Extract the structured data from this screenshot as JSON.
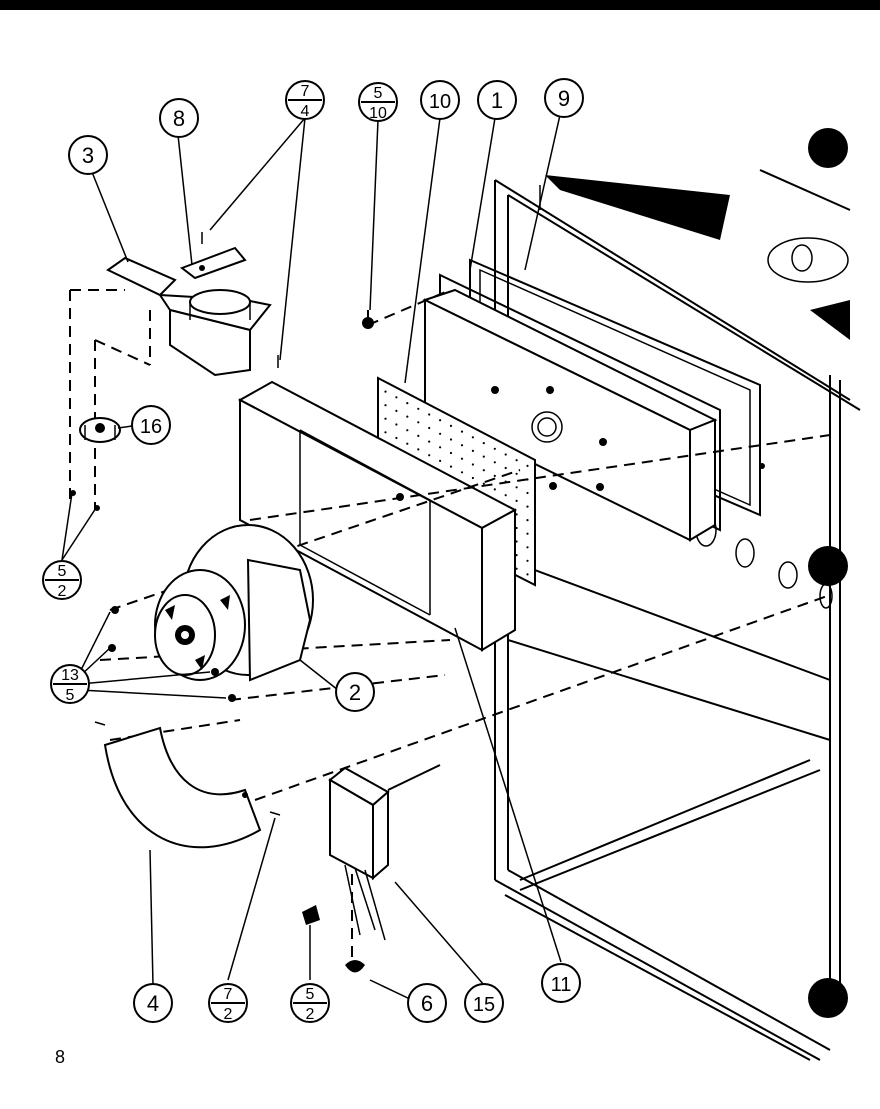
{
  "callouts": {
    "c1": "1",
    "c2": "2",
    "c3": "3",
    "c4": "4",
    "c6": "6",
    "c8": "8",
    "c9": "9",
    "c10": "10",
    "c11": "11",
    "c15": "15",
    "c16": "16"
  },
  "fractions": {
    "f7_4": {
      "top": "7",
      "bottom": "4"
    },
    "f5_10": {
      "top": "5",
      "bottom": "10"
    },
    "f5_2a": {
      "top": "5",
      "bottom": "2"
    },
    "f13_5": {
      "top": "13",
      "bottom": "5"
    },
    "f7_2": {
      "top": "7",
      "bottom": "2"
    },
    "f5_2b": {
      "top": "5",
      "bottom": "2"
    }
  },
  "page_number": "8"
}
